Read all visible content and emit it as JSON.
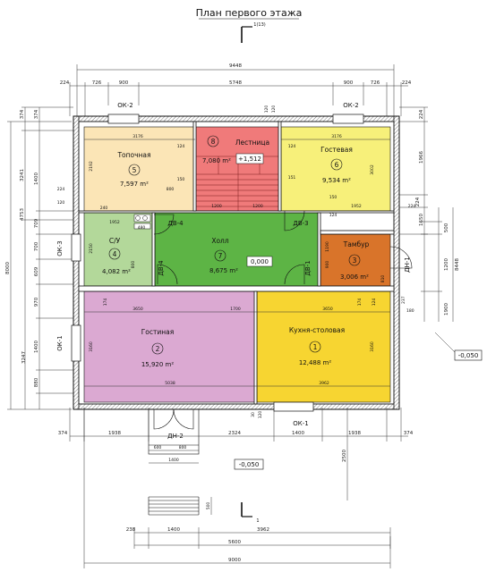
{
  "title": "План первого этажа",
  "section_mark": "1(13)",
  "section_label": "1",
  "rooms": [
    {
      "id": "topochnaya",
      "name": "Топочная",
      "num": "5",
      "area": "7,597 m²",
      "color": "#fbe5b6"
    },
    {
      "id": "lestnica",
      "name": "Лестница",
      "num": "8",
      "area": "7,080 m²",
      "level": "+1,512",
      "color": "#f07a7a"
    },
    {
      "id": "gostevaya",
      "name": "Гостевая",
      "num": "6",
      "area": "9,534 m²",
      "color": "#f7f07a"
    },
    {
      "id": "su",
      "name": "С/У",
      "num": "4",
      "area": "4,082 m²",
      "color": "#b3d89a"
    },
    {
      "id": "holl",
      "name": "Холл",
      "num": "7",
      "area": "8,675 m²",
      "level": "0,000",
      "color": "#5db445"
    },
    {
      "id": "tambur",
      "name": "Тамбур",
      "num": "3",
      "area": "3,006 m²",
      "color": "#d9742a"
    },
    {
      "id": "gostinaya",
      "name": "Гостиная",
      "num": "2",
      "area": "15,920 m²",
      "color": "#dba9d2"
    },
    {
      "id": "kuhnya",
      "name": "Кухня-столовая",
      "num": "1",
      "area": "12,488 m²",
      "color": "#f7d531"
    }
  ],
  "windows": {
    "ok2_left": "ОК-2",
    "ok2_right": "ОК-2",
    "ok3": "ОК-3",
    "ok1_left": "ОК-1",
    "ok1_bottom": "ОК-1"
  },
  "doors": {
    "dv4_top": "ДВ-4",
    "dv4_side": "ДВ-4",
    "dv3": "ДВ-3",
    "dv1": "ДВ-1",
    "dn1": "ДН-1",
    "dn2": "ДН-2"
  },
  "levels": {
    "outside_right": "-0,050",
    "outside_bottom": "-0,050"
  },
  "dims_top": {
    "overall": "9448",
    "segments": [
      "224",
      "726",
      "900",
      "5748",
      "900",
      "726",
      "224"
    ]
  },
  "dims_bottom": {
    "row1": [
      "374",
      "1938",
      "2324",
      "1400",
      "1938",
      "374"
    ],
    "porch": [
      "600",
      "800",
      "1400"
    ],
    "porch_depth": "2500",
    "porch_step": "500",
    "row2": [
      "238",
      "1400",
      "3962"
    ],
    "width": "5600",
    "overall": "9000"
  },
  "dims_left": {
    "overall": "8000",
    "outer": [
      "374",
      "3241",
      "4753"
    ],
    "inner": [
      "374",
      "1400",
      "709",
      "700",
      "609",
      "970",
      "1400",
      "880",
      "3247"
    ]
  },
  "dims_right": {
    "segments": [
      "224",
      "1966",
      "224",
      "1650",
      "500",
      "1200",
      "1900"
    ],
    "total": "8448",
    "step": "180",
    "step2": "237"
  },
  "inner_dims": {
    "d3176a": "3176",
    "d3176b": "3176",
    "d2192": "2192",
    "d3002": "3002",
    "d124a": "124",
    "d124b": "124",
    "d150a": "150",
    "d800a": "800",
    "d1200a": "1200",
    "d1200b": "1200",
    "d151": "151",
    "d150b": "150",
    "d1952a": "1952",
    "d124c": "124",
    "d1952b": "1952",
    "d240": "240",
    "d480": "480",
    "d2150": "2150",
    "d800b": "800",
    "d1190": "1190",
    "d900a": "900",
    "d810": "810",
    "d3650a": "3650",
    "d1700": "1700",
    "d3650b": "3650",
    "d3160a": "3160",
    "d3160b": "3160",
    "d5038": "5038",
    "d3962": "3962",
    "d120a": "120",
    "d120b": "120",
    "d224a": "224",
    "d120c": "120",
    "d2224b": "224",
    "d174a": "174",
    "d174b": "174",
    "d124d": "124",
    "d30": "30",
    "d120d": "120"
  }
}
